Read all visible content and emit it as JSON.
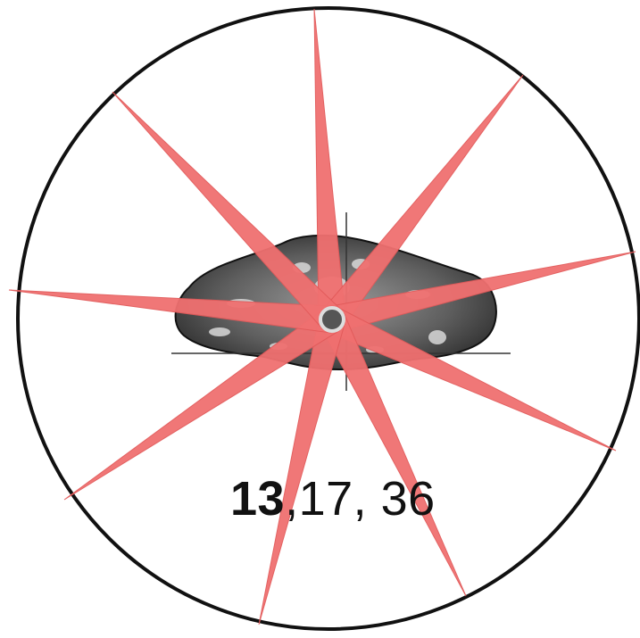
{
  "figure": {
    "beam_count": 9,
    "beam_color": "#f07070",
    "beam_edge_color": "#e25a5a",
    "circle_color": "#111111",
    "crosshair_color": "#333333",
    "body_color": "#555555",
    "caption": {
      "highlighted": "13",
      "rest": ",17, 36"
    }
  }
}
